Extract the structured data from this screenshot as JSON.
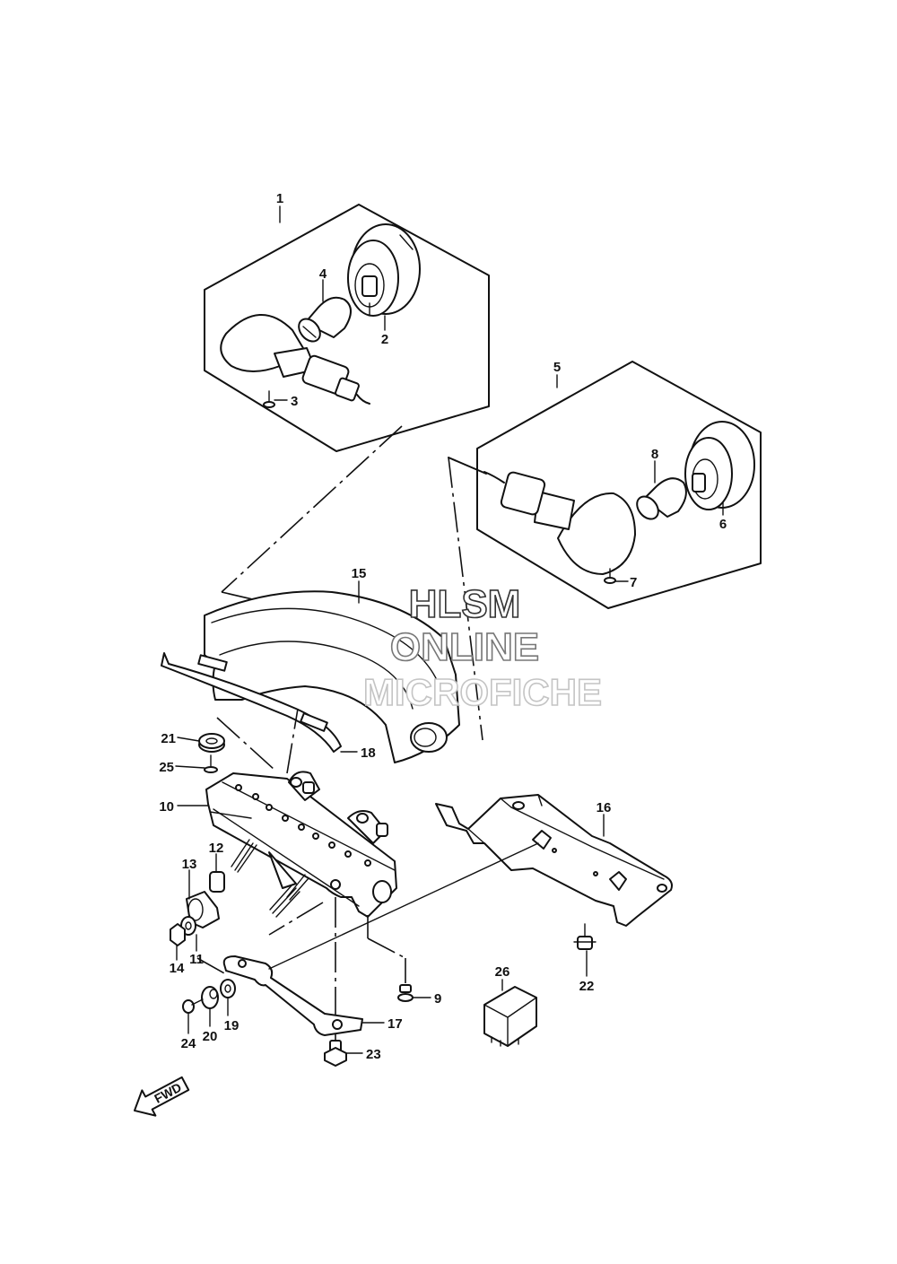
{
  "watermark": {
    "line1": "HLSM",
    "line2": "ONLINE",
    "line3": "MICROFICHE"
  },
  "fwd_label": "FWD",
  "callouts": {
    "p1": "1",
    "p2": "2",
    "p3": "3",
    "p4": "4",
    "p5": "5",
    "p6": "6",
    "p7": "7",
    "p8": "8",
    "p9": "9",
    "p10": "10",
    "p11": "11",
    "p12": "12",
    "p13": "13",
    "p14": "14",
    "p15": "15",
    "p16": "16",
    "p17": "17",
    "p18": "18",
    "p19": "19",
    "p20": "20",
    "p21": "21",
    "p22": "22",
    "p23": "23",
    "p24": "24",
    "p25": "25",
    "p26": "26"
  }
}
